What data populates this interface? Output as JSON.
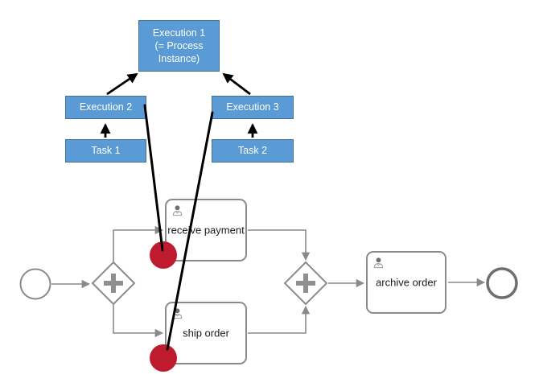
{
  "title": "process instance execution tree over BPMN diagram",
  "execution_tree": {
    "execution1": {
      "lines": [
        "Execution 1",
        "(= Process",
        "Instance)"
      ]
    },
    "execution2": {
      "label": "Execution 2"
    },
    "execution3": {
      "label": "Execution 3"
    },
    "task1": {
      "label": "Task 1"
    },
    "task2": {
      "label": "Task 2"
    },
    "box_fill": "#5B9BD5",
    "box_border": "#41719C",
    "text_color": "#FFFFFF",
    "arrow_color": "#000000"
  },
  "process": {
    "tasks": {
      "receive_payment": {
        "label": "receive payment",
        "icon": "user-icon"
      },
      "ship_order": {
        "label": "ship order",
        "icon": "user-icon"
      },
      "archive_order": {
        "label": "archive order",
        "icon": "user-icon"
      }
    },
    "events": {
      "start": "start-event",
      "end": "end-event"
    },
    "gateways": {
      "split": "parallel-gateway",
      "join": "parallel-gateway"
    },
    "flow_color": "#8A8A8A"
  },
  "markers": {
    "execution_pointer_color": "#BE1B2E",
    "count": 2
  }
}
